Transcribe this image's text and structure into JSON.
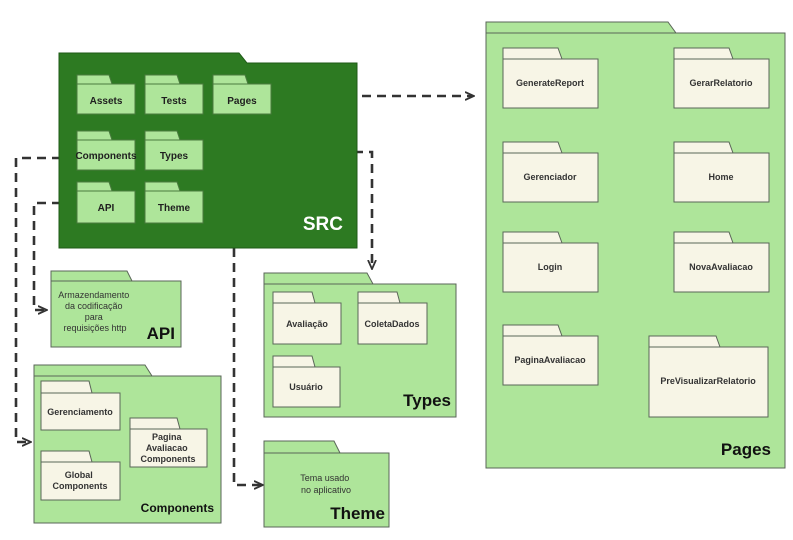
{
  "colors": {
    "light_green": "#aee59a",
    "dark_green": "#2d7a22",
    "folder_cream": "#f7f5e6",
    "stroke": "#5a6658",
    "arrow": "#333333"
  },
  "src": {
    "title": "SRC",
    "folders": [
      "Assets",
      "Tests",
      "Pages",
      "Components",
      "Types",
      "API",
      "Theme"
    ]
  },
  "api": {
    "title": "API",
    "description": [
      "Armazendamento",
      "da codificação",
      "para",
      "requisições http"
    ]
  },
  "components": {
    "title": "Components",
    "folders": [
      "Gerenciamento",
      [
        "Global",
        "Components"
      ],
      [
        "Pagina",
        "Avaliacao",
        "Components"
      ]
    ]
  },
  "types": {
    "title": "Types",
    "folders": [
      "Avaliação",
      "ColetaDados",
      "Usuário"
    ]
  },
  "theme": {
    "title": "Theme",
    "description": [
      "Tema usado",
      "no aplicativo"
    ]
  },
  "pages": {
    "title": "Pages",
    "folders": [
      "GenerateReport",
      "GerarRelatorio",
      "Gerenciador",
      "Home",
      "Login",
      "NovaAvaliacao",
      "PaginaAvaliacao",
      "PreVisualizarRelatorio"
    ]
  }
}
